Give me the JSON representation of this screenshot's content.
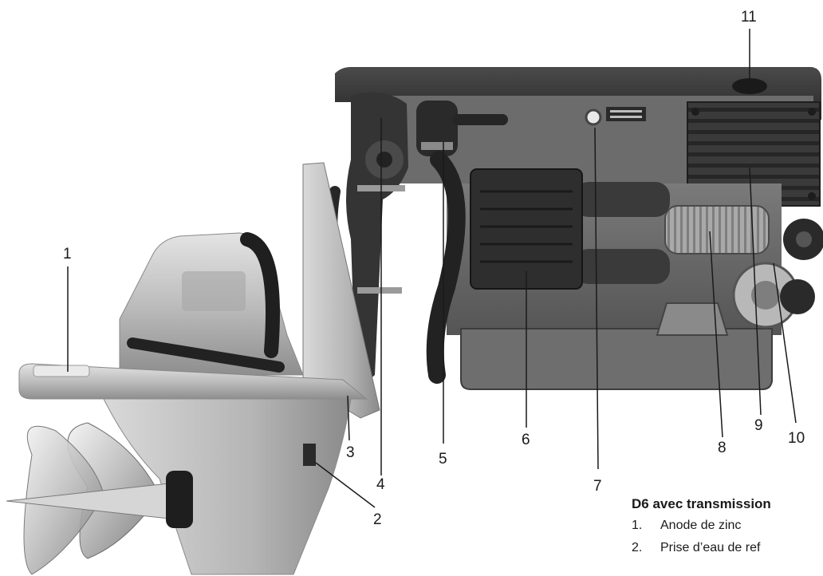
{
  "callouts": [
    {
      "id": "1",
      "label": "1"
    },
    {
      "id": "2",
      "label": "2"
    },
    {
      "id": "3",
      "label": "3"
    },
    {
      "id": "4",
      "label": "4"
    },
    {
      "id": "5",
      "label": "5"
    },
    {
      "id": "6",
      "label": "6"
    },
    {
      "id": "7",
      "label": "7"
    },
    {
      "id": "8",
      "label": "8"
    },
    {
      "id": "9",
      "label": "9"
    },
    {
      "id": "10",
      "label": "10"
    },
    {
      "id": "11",
      "label": "11"
    }
  ],
  "legend": {
    "title": "D6 avec transmission",
    "items": [
      {
        "number": "1.",
        "text": "Anode de zinc"
      },
      {
        "number": "2.",
        "text": "Prise d’eau de ref"
      }
    ]
  },
  "colors": {
    "engine_dark": "#2e2e2e",
    "engine_mid": "#6a6a6a",
    "drive_silver": "#c8c8c8",
    "text": "#1a1a1a"
  }
}
